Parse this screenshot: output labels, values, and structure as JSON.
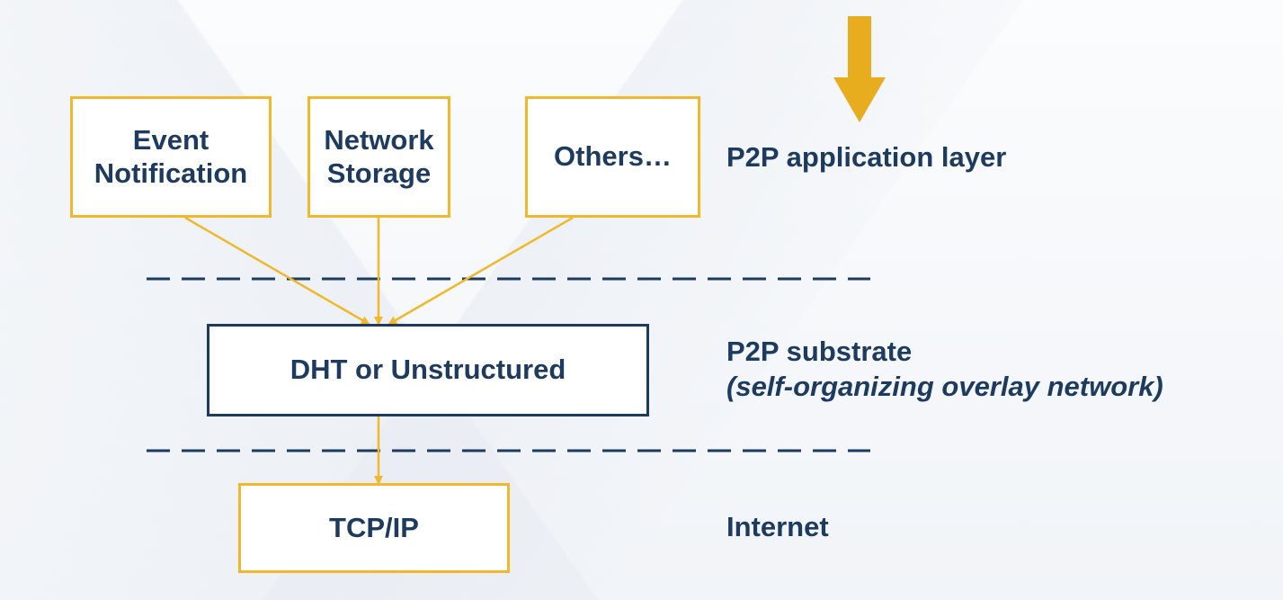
{
  "boxes": {
    "event_notification": {
      "line1": "Event",
      "line2": "Notification"
    },
    "network_storage": {
      "line1": "Network",
      "line2": "Storage"
    },
    "others": {
      "label": "Others…"
    },
    "dht": {
      "label": "DHT or Unstructured"
    },
    "tcpip": {
      "label": "TCP/IP"
    }
  },
  "layers": {
    "application": {
      "label": "P2P application layer"
    },
    "substrate": {
      "line1": "P2P substrate",
      "line2": "(self-organizing overlay network)"
    },
    "internet": {
      "label": "Internet"
    }
  },
  "colors": {
    "navy": "#1d3a5f",
    "gold": "#f0b82a",
    "arrow_gold": "#e7ad1f"
  }
}
